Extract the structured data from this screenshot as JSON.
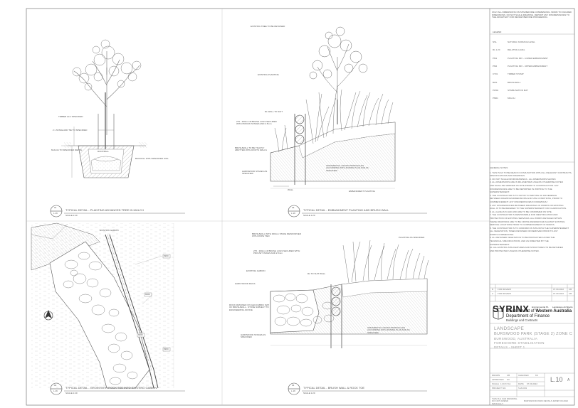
{
  "top_note": "ONLY ALL DIMENSIONS ON SITE BEFORE COMMENCING. WORK TO FIGURED DIMENSIONS. DO NOT SCALE DRAWING. REPORT ANY DISCREPANCIES TO THE ARCHITECT FOR REVIEW BEFORE PROCEEDING.",
  "legend": {
    "heading": "LEGEND",
    "items": [
      {
        "code": "NSL",
        "text": "NATURAL SURFACE LEVEL"
      },
      {
        "code": "RL 1.20",
        "text": "RELATIVE LEVEL"
      },
      {
        "code": "PM1",
        "text": "PLANTING MIX - LOWER EMBANKMENT"
      },
      {
        "code": "PM2",
        "text": "PLANTING MIX - UPPER EMBANKMENT"
      },
      {
        "code": "CT01",
        "text": "TIMBER STUMP"
      },
      {
        "code": "BW1",
        "text": "BRUSHWALL"
      },
      {
        "code": "PW01",
        "text": "STABILISATION MAT"
      },
      {
        "code": "PM01",
        "text": "MULCH"
      }
    ]
  },
  "notes": {
    "heading": "GENERAL NOTES",
    "items": [
      "1. THIS PLAN TO BE READ IN CONJUNCTION WITH ALL RELEVANT CONTRACTS,",
      "   SPECIFICATIONS AND DRAWINGS.",
      "2. DO NOT SCALE FROM DRAWINGS - ALL DIMENSIONS SHOWN.",
      "3. ALL DIMENSIONS ARE IN MILLIMETRES UNLESS OTHERWISE NOTED",
      "   AND SHALL BE VERIFIED ON SITE PRIOR TO CONSTRUCTION. ANY",
      "   DISCREPANCIES ARE TO BE REPORTED IN WRITING TO THE",
      "   SUPERINTENDENT.",
      "4. THE CONTRACTOR IS TO NOTIFY IN WRITING OF DIFFERENCE",
      "   BETWEEN DRAWINGS/DIMENSIONS AND SITE CONDITIONS, PRIOR TO",
      "   COMMENCEMENT. ANY DISCREPANCIES IN DRAWINGS /",
      "5. ANY DISCREPANCIES BETWEEN DRAWINGS IN WORDS OR EXISTING",
      "   WALL IS TO BE REFERED TO THE SUPERINTENDENT FOR CLARIFICATION.",
      "6. ALL LEVELS IN AHD AND ARE TO BE CONFIRMED ON SITE.",
      "7. THE CONTRACTOR IS RESPONSIBLE FOR IDENTIFICATION AND",
      "   PROTECTION OF EXISTING SERVICES. ALL WORKS DETAILED WITHIN",
      "   THESE DRAWINGS ARE TO BE CROSS-REFERENCED AGAINST EXISTING",
      "   SERVICE LOCATIONS PRIOR TO COMMENCEMENT OF WORKS.",
      "8. THE CONTRACTOR IS TO CONFIRM ON SITE WITH THE SUPERINTENDENT",
      "   ALL VEGETATION, TREES RETAINED OR REMOVED PRIOR TO ANY",
      "   WORKS COMMENCING.",
      "9. ALL RETAINED VEGETATION TO BE PROTECTED AS PER THE",
      "   TECHNICAL SPECIFICATIONS, AND AS DIRECTED BY THE",
      "   SUPERINTENDENT.",
      "10. ALL EXISTING SITE FEATURES AND STRUCTURES TO BE RETAINED",
      "   AND PROTECTED UNLESS OTHERWISE NOTED."
    ]
  },
  "revisions": [
    {
      "rev": "B",
      "desc": "FOR REVIEW",
      "date": "07.09.2022",
      "by": "CB"
    },
    {
      "rev": "A",
      "desc": "FOR REVIEW",
      "date": "07.09.2022",
      "by": "CB"
    }
  ],
  "brand": {
    "consultant": "SYRINX",
    "consultant_sub1": "Environmental PL",
    "consultant_sub2": "Landscape Architects",
    "gov_line1": "Government of",
    "gov_line1b": "Western Australia",
    "gov_line2": "Department of Finance",
    "gov_line3": "Buildings and Contracts"
  },
  "project": {
    "discipline": "LANDSCAPE",
    "line1": "BURSWOOD PARK (STAGE 2) ZONE C",
    "line2": "BURSWOOD, AUSTRALIA",
    "line3": "FORESHORE STABILISATION",
    "line4": "DETAILS - SHEET 1"
  },
  "titleblock": {
    "drawn_label": "DRAWN",
    "drawn": "CB",
    "checked_label": "CHECKED",
    "checked": "KC",
    "approved_label": "APPROVED",
    "approved": "KC",
    "scale_label": "SCALE",
    "scale": "1:20 AT A1",
    "date_label": "DATE",
    "date": "07.09.2022",
    "project_no_label": "PROJECT NO.",
    "project_no": "S 20-001",
    "drawing_no": "L.10",
    "revision": "A"
  },
  "footer": {
    "left": "THIS IS A CAD DRAWING. DO NOT AMEND MANUALLY.",
    "mid": "BURSWOOD PARK DETAILS.DWG",
    "right": "07.09.2022"
  },
  "details": [
    {
      "num": "01",
      "sheet": "L.16",
      "title": "TYPICAL DETAIL - PLANTING ADVANCED TREE IN MULCH",
      "scale": "SCALE 1:20"
    },
    {
      "num": "03",
      "sheet": "L.16",
      "title": "TYPICAL DETAIL - EMBANKMENT PLANTING AND BRUSH WALL",
      "scale": "SCALE 1:20"
    },
    {
      "num": "02",
      "sheet": "L.16",
      "title": "TYPICAL DETAIL - GROIN WITH ROCK TOE INTO EXISTING GABION",
      "scale": "SCALE 1:20"
    },
    {
      "num": "04",
      "sheet": "L.16",
      "title": "TYPICAL DETAIL - BRUSH WALL & ROCK TOE",
      "scale": "SCALE 1:20"
    }
  ],
  "callouts": {
    "tree_ties": "TIMBER ALC SPECIFIED",
    "tree_stakes": "2 x STAKE AND TIE TO SPECIFIED",
    "tree_mulch": "MULCH TO SPECIFIED DEPTH",
    "tree_soil": "BACKFILL WITH SPECIFIED SOIL",
    "tree_root": "ROOTBALL",
    "emb_tree": "EXISTING TREE TO BE RETAINED",
    "emb_planting": "EXISTING PLANTING",
    "emb_rl": "RL  WALL TO SUIT",
    "emb_logs": "275 - 300mm Ø BRUSH LOGS SECURED WITH PROUW STAKES AND 2.5mm",
    "emb_brush": "BRUSHWALL TO BE TIGHTLY ABUTTED WITH ROOTS WALLS",
    "emb_stakes": "HARDWOOD STAKES AS SPECIFIED",
    "emb_ornamental": "ORNAMENTAL GRASS PROPAGULES ACCORDING WITH ZONING PLAN AND AS SPECIFIED",
    "emb_ground": "EMBANKMENT PLANTING",
    "emb_wall": "WALL",
    "groin_gabion": "EXISTING GABION",
    "groin_1": "6960",
    "groin_2": "6960",
    "groin_3": "6960",
    "groin_4": "6960",
    "brush_logs_a": "BRUSHWALL WITH 300mm STAKE REINFORCED WITH ROPE TIED",
    "brush_logs_b": "275 - 300mm Ø BRUSH LOGS SECURED WITH PROUW STAKES AND 2.5mm",
    "brush_planting": "PLANTING AS SPECIFIED",
    "brush_gabion": "EXISTING GABION",
    "brush_rl": "RL  TO SUIT WALL",
    "brush_hardwood": "HARD WOOD RAILS",
    "brush_rock": "ROCK RETAINED ON GEO-FABRIC MAT OF BRUSHWALL - STONE SUBJECT TO ENGINEERING ADVICE",
    "brush_stakes": "HARDWOOD STAKES AS SPECIFIED",
    "brush_ornamental": "ORNAMENTAL GRASS PROPAGULES ACCORDING WITH ZONING PLAN AND AS SPECIFIED"
  }
}
